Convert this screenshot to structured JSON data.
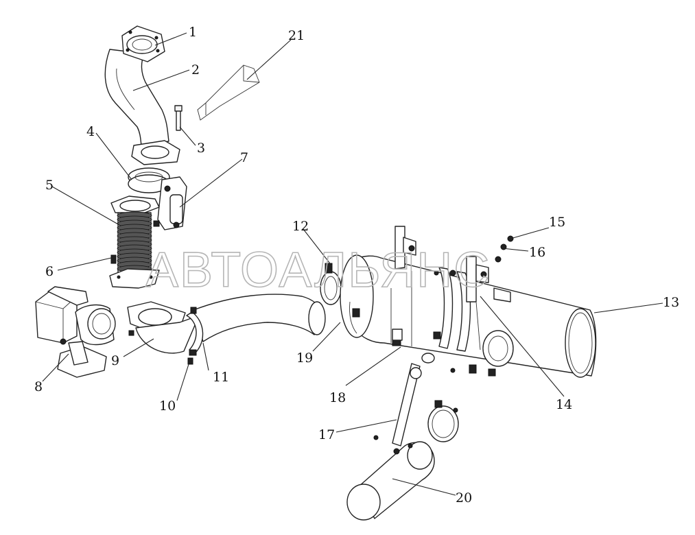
{
  "watermark": "АВТОАЛЬЯНС",
  "callouts": [
    "1",
    "2",
    "3",
    "4",
    "5",
    "6",
    "7",
    "8",
    "9",
    "10",
    "11",
    "12",
    "13",
    "14",
    "15",
    "16",
    "17",
    "18",
    "19",
    "20",
    "21"
  ]
}
